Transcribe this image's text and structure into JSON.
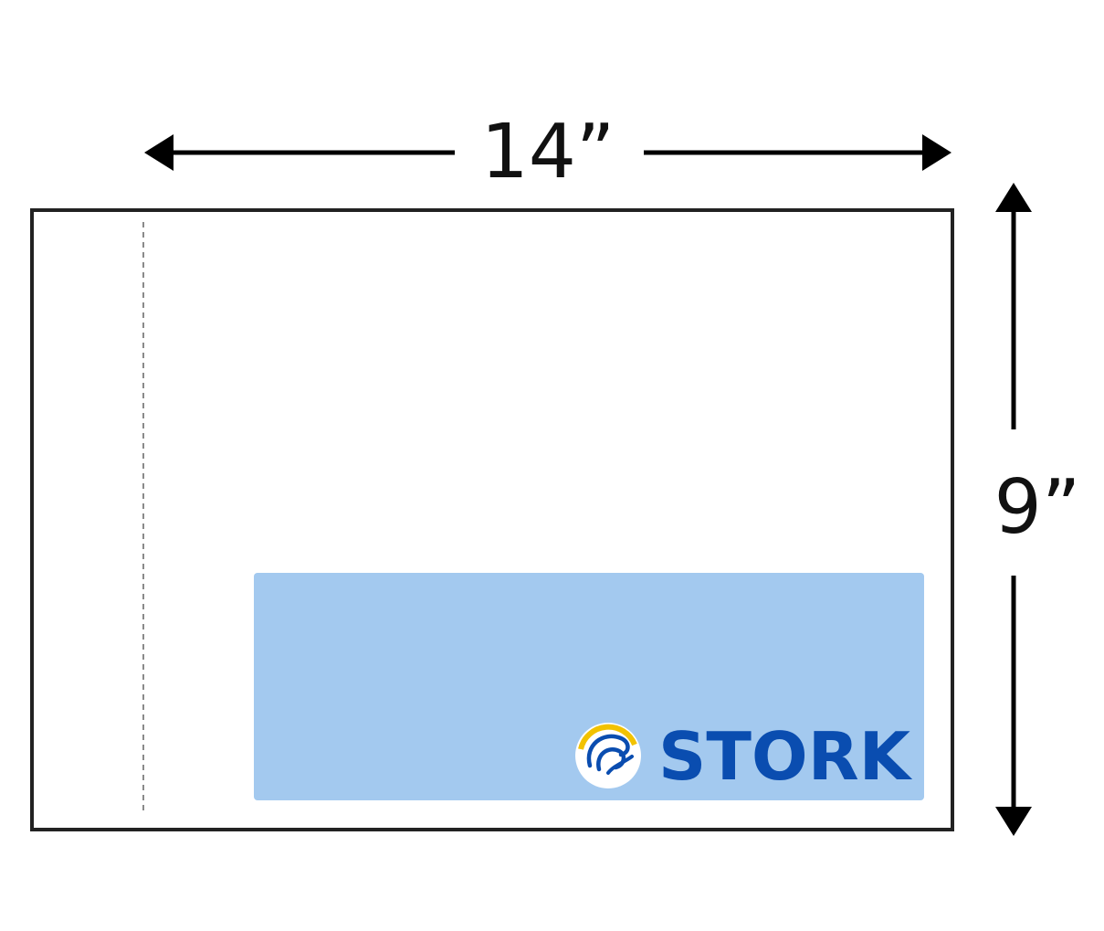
{
  "dimensions": {
    "width_label": "14”",
    "height_label": "9”"
  },
  "brand": {
    "name": "STORK",
    "logo_icon": "stork-swirl-logo-icon"
  },
  "colors": {
    "window": "#a3c9ef",
    "brand_blue": "#0a4db0",
    "logo_ring": "#f2c200",
    "outline": "#222222",
    "perforation": "#8a8a8a"
  }
}
